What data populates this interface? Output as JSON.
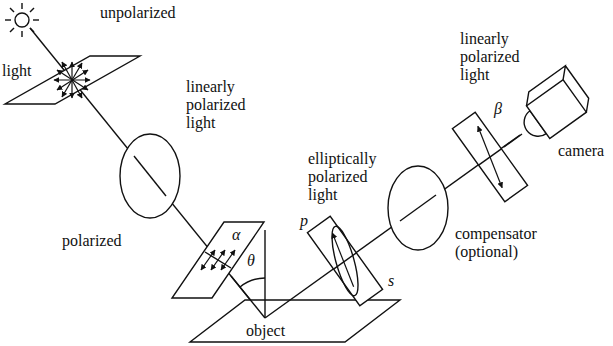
{
  "diagram": {
    "labels": [
      "unpolarized",
      "light",
      "polarized",
      "linearly polarized light",
      "α",
      "θ",
      "object",
      "elliptically polarized light",
      "p",
      "s",
      "compensator (optional)",
      "linearly polarized light",
      "β",
      "camera"
    ]
  }
}
